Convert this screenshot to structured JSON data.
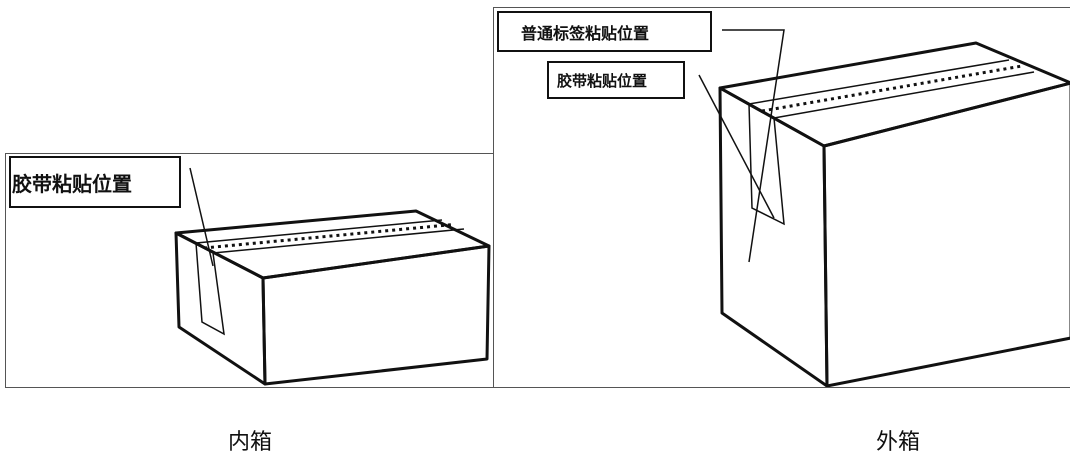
{
  "inner": {
    "tape_label": "胶带粘贴位置",
    "caption": "内箱"
  },
  "outer": {
    "label_position_label": "普通标签粘贴位置",
    "tape_label": "胶带粘贴位置",
    "caption": "外箱"
  }
}
